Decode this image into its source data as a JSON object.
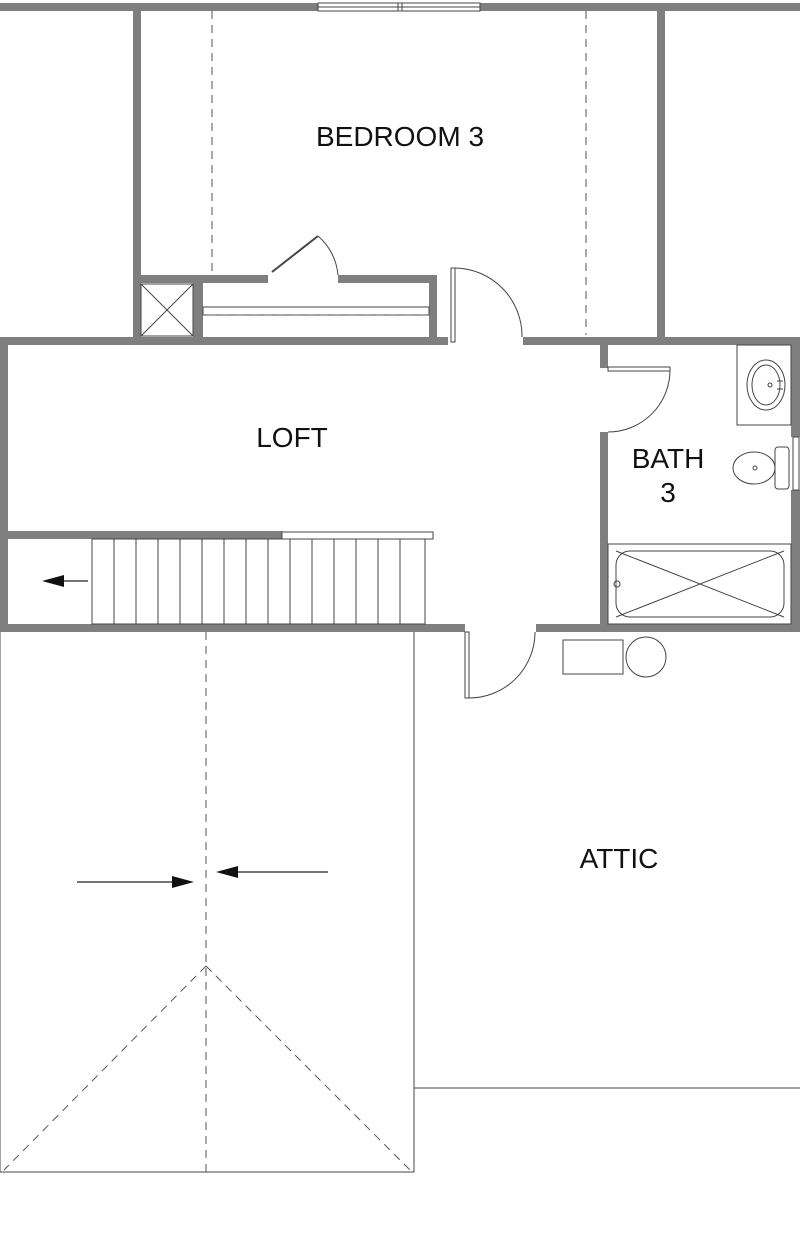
{
  "rooms": {
    "bedroom3": "BEDROOM 3",
    "loft": "LOFT",
    "bath3_line1": "BATH",
    "bath3_line2": "3",
    "attic": "ATTIC"
  },
  "colors": {
    "wall": "#7f7f7f",
    "line": "#444444",
    "background": "#ffffff"
  },
  "icons": [
    "arrow-left-icon",
    "arrow-right-icon",
    "toilet-icon",
    "sink-icon",
    "bathtub-icon",
    "water-heater-icon"
  ]
}
